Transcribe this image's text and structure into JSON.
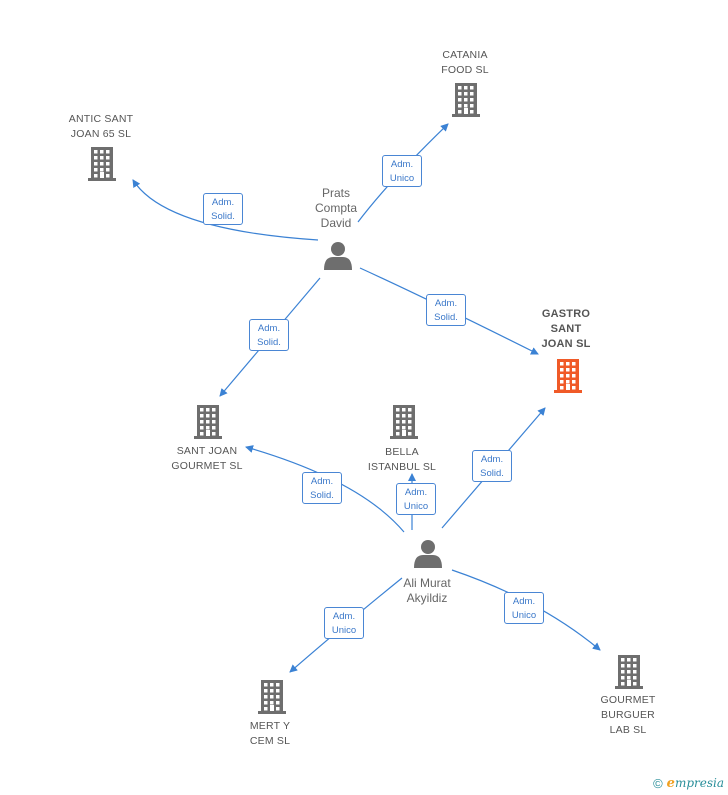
{
  "colors": {
    "edge": "#3b82d4",
    "company": "#6e6e6e",
    "highlight": "#f05a28",
    "person": "#6e6e6e"
  },
  "nodes": {
    "catania_food": {
      "label": "CATANIA\nFOOD  SL",
      "type": "company"
    },
    "antic_sant_joan": {
      "label": "ANTIC SANT\nJOAN 65  SL",
      "type": "company"
    },
    "prats_compta": {
      "label": "Prats\nCompta\nDavid",
      "type": "person"
    },
    "gastro_sant_joan": {
      "label": "GASTRO\nSANT\nJOAN  SL",
      "type": "company-highlight"
    },
    "sant_joan_gourmet": {
      "label": "SANT JOAN\nGOURMET  SL",
      "type": "company"
    },
    "bella_istanbul": {
      "label": "BELLA\nISTANBUL  SL",
      "type": "company"
    },
    "ali_murat": {
      "label": "Ali Murat\nAkyildiz",
      "type": "person"
    },
    "mert_y_cem": {
      "label": "MERT Y\nCEM SL",
      "type": "company"
    },
    "gourmet_burguer": {
      "label": "GOURMET\nBURGUER\nLAB  SL",
      "type": "company"
    }
  },
  "edges": [
    {
      "from": "prats_compta",
      "to": "antic_sant_joan",
      "line1": "Adm.",
      "line2": "Solid."
    },
    {
      "from": "prats_compta",
      "to": "catania_food",
      "line1": "Adm.",
      "line2": "Unico"
    },
    {
      "from": "prats_compta",
      "to": "gastro_sant_joan",
      "line1": "Adm.",
      "line2": "Solid."
    },
    {
      "from": "prats_compta",
      "to": "sant_joan_gourmet",
      "line1": "Adm.",
      "line2": "Solid."
    },
    {
      "from": "ali_murat",
      "to": "sant_joan_gourmet",
      "line1": "Adm.",
      "line2": "Solid."
    },
    {
      "from": "ali_murat",
      "to": "bella_istanbul",
      "line1": "Adm.",
      "line2": "Unico"
    },
    {
      "from": "ali_murat",
      "to": "gastro_sant_joan",
      "line1": "Adm.",
      "line2": "Solid."
    },
    {
      "from": "ali_murat",
      "to": "mert_y_cem",
      "line1": "Adm.",
      "line2": "Unico"
    },
    {
      "from": "ali_murat",
      "to": "gourmet_burguer",
      "line1": "Adm.",
      "line2": "Unico"
    }
  ],
  "footer": {
    "copyright_symbol": "©",
    "brand_first": "e",
    "brand_rest": "mpresia"
  }
}
